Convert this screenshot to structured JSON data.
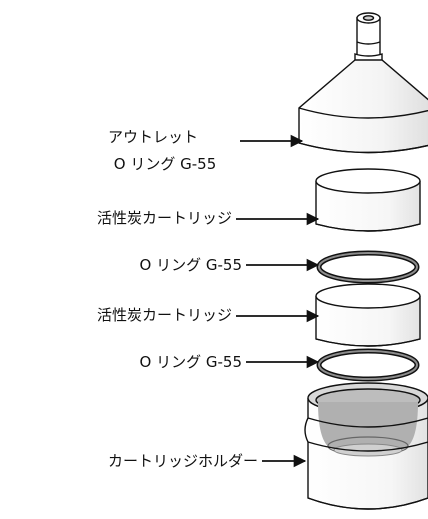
{
  "diagram": {
    "labels": {
      "outlet": "アウトレット",
      "oring_top": "O リング G-55",
      "carbon_1": "活性炭カートリッジ",
      "oring_2": "O リング G-55",
      "carbon_2": "活性炭カートリッジ",
      "oring_3": "O リング G-55",
      "holder": "カートリッジホルダー"
    },
    "colors": {
      "line": "#111111",
      "fill": "#ffffff",
      "shade": "#b8b8b8",
      "shade_dark": "#8c8c8c"
    }
  }
}
